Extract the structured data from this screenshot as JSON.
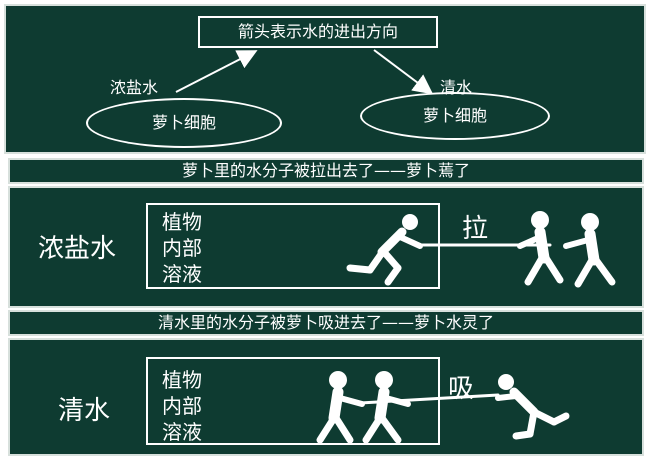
{
  "top": {
    "arrow_note": "箭头表示水的进出方向",
    "left_solution": "浓盐水",
    "right_solution": "清水",
    "left_cell": "萝卜细胞",
    "right_cell": "萝卜细胞"
  },
  "panel1": {
    "caption": "萝卜里的水分子被拉出去了——萝卜蔫了",
    "solution": "浓盐水",
    "inner_lines": [
      "植物",
      "内部",
      "溶液"
    ],
    "action": "拉"
  },
  "panel2": {
    "caption": "清水里的水分子被萝卜吸进去了——萝卜水灵了",
    "solution": "清水",
    "inner_lines": [
      "植物",
      "内部",
      "溶液"
    ],
    "action": "吸"
  },
  "colors": {
    "board": "#0e3b31",
    "chalk": "#ffffff",
    "border": "#d7e0dc"
  },
  "icons": [
    "running-figure-icon",
    "pulling-figures-icon",
    "rope-icon",
    "arrow-icon"
  ]
}
